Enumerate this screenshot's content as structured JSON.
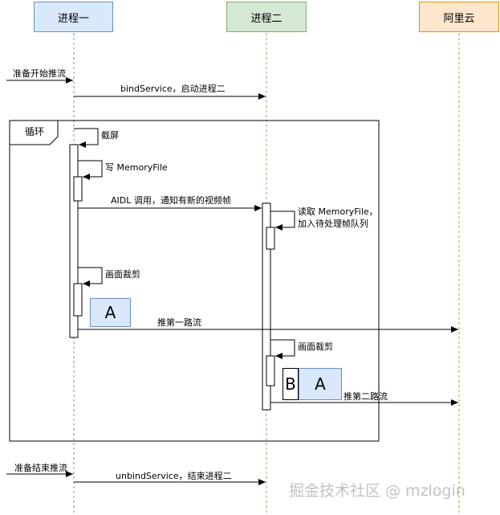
{
  "participants": {
    "p1": "进程一",
    "p2": "进程二",
    "p3": "阿里云"
  },
  "messages": {
    "start_push": "准备开始推流",
    "bind_service": "bindService，启动进程二",
    "screenshot": "截屏",
    "write_memoryfile": "写 MemoryFile",
    "aidl_call": "AIDL 调用，通知有新的视频帧",
    "read_memoryfile_1": "读取 MemoryFile，",
    "read_memoryfile_2": "加入待处理帧队列",
    "crop_1": "画面裁剪",
    "push_first": "推第一路流",
    "crop_2": "画面裁剪",
    "push_second": "推第二路流",
    "end_push": "准备结束推流",
    "unbind_service": "unbindService，结束进程二"
  },
  "loop_label": "循环",
  "frames": {
    "a1": "A",
    "b": "B",
    "a2": "A"
  },
  "watermark": "掘金技术社区 @ mzlogin",
  "colors": {
    "p1_fill": "#dae8fc",
    "p2_fill": "#d5e8d4",
    "p3_fill": "#ffe6cc",
    "lifeline_p1": "#6c8ebf",
    "lifeline_p2": "#82b366",
    "lifeline_p3": "#d79b00"
  }
}
